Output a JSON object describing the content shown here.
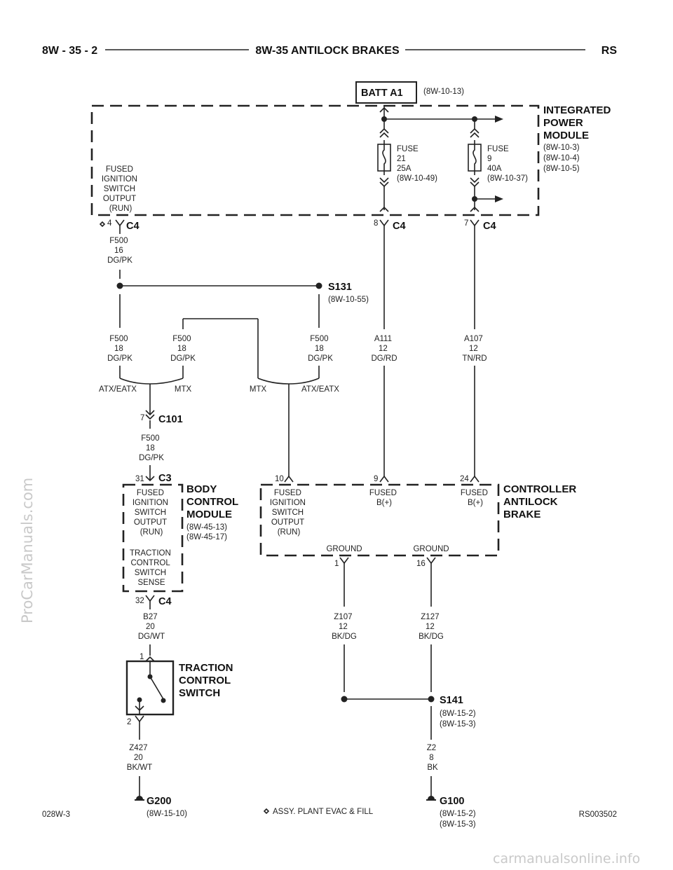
{
  "header": {
    "page": "8W - 35 - 2",
    "title": "8W-35 ANTILOCK BRAKES",
    "model": "RS"
  },
  "batt": {
    "label": "BATT A1",
    "ref": "(8W-10-13)"
  },
  "ipm": {
    "name": [
      "INTEGRATED",
      "POWER",
      "MODULE"
    ],
    "refs": [
      "(8W-10-3)",
      "(8W-10-4)",
      "(8W-10-5)"
    ],
    "circuit_label": [
      "FUSED",
      "IGNITION",
      "SWITCH",
      "OUTPUT",
      "(RUN)"
    ],
    "fuse21": [
      "FUSE",
      "21",
      "25A",
      "(8W-10-49)"
    ],
    "fuse9": [
      "FUSE",
      "9",
      "40A",
      "(8W-10-37)"
    ]
  },
  "connectors": {
    "c4_pin4": {
      "pin": "4",
      "name": "C4"
    },
    "c4_pin8": {
      "pin": "8",
      "name": "C4"
    },
    "c4_pin7": {
      "pin": "7",
      "name": "C4"
    },
    "c101": {
      "pin": "7",
      "name": "C101"
    },
    "c3": {
      "pin": "31",
      "name": "C3"
    },
    "bcm_c4": {
      "pin": "32",
      "name": "C4"
    },
    "cab_pins": [
      "10",
      "9",
      "24"
    ],
    "cab_gnd_pins": [
      "1",
      "16"
    ],
    "switch_pins": [
      "1",
      "2"
    ]
  },
  "wires": {
    "f500_16": [
      "F500",
      "16",
      "DG/PK"
    ],
    "f500_a": [
      "F500",
      "18",
      "DG/PK"
    ],
    "f500_b": [
      "F500",
      "18",
      "DG/PK"
    ],
    "f500_c": [
      "F500",
      "18",
      "DG/PK"
    ],
    "f500_d": [
      "F500",
      "18",
      "DG/PK"
    ],
    "a111": [
      "A111",
      "12",
      "DG/RD"
    ],
    "a107": [
      "A107",
      "12",
      "TN/RD"
    ],
    "b27": [
      "B27",
      "20",
      "DG/WT"
    ],
    "z427": [
      "Z427",
      "20",
      "BK/WT"
    ],
    "z107": [
      "Z107",
      "12",
      "BK/DG"
    ],
    "z127": [
      "Z127",
      "12",
      "BK/DG"
    ],
    "z2": [
      "Z2",
      "8",
      "BK"
    ]
  },
  "options": {
    "left_atx": "ATX/EATX",
    "left_mtx": "MTX",
    "right_mtx": "MTX",
    "right_atx": "ATX/EATX"
  },
  "splices": {
    "s131": {
      "name": "S131",
      "ref": "(8W-10-55)"
    },
    "s141": {
      "name": "S141",
      "refs": [
        "(8W-15-2)",
        "(8W-15-3)"
      ]
    }
  },
  "bcm": {
    "name": [
      "BODY",
      "CONTROL",
      "MODULE"
    ],
    "refs": [
      "(8W-45-13)",
      "(8W-45-17)"
    ],
    "ign_label": [
      "FUSED",
      "IGNITION",
      "SWITCH",
      "OUTPUT",
      "(RUN)"
    ],
    "tcs_label": [
      "TRACTION",
      "CONTROL",
      "SWITCH",
      "SENSE"
    ]
  },
  "cab": {
    "name": [
      "CONTROLLER",
      "ANTILOCK",
      "BRAKE"
    ],
    "ign_label": [
      "FUSED",
      "IGNITION",
      "SWITCH",
      "OUTPUT",
      "(RUN)"
    ],
    "b1_label": [
      "FUSED",
      "B(+)"
    ],
    "b2_label": [
      "FUSED",
      "B(+)"
    ],
    "gnd1": "GROUND",
    "gnd2": "GROUND"
  },
  "tcs": {
    "name": [
      "TRACTION",
      "CONTROL",
      "SWITCH"
    ]
  },
  "grounds": {
    "g200": {
      "name": "G200",
      "ref": "(8W-15-10)"
    },
    "g100": {
      "name": "G100",
      "refs": [
        "(8W-15-2)",
        "(8W-15-3)"
      ]
    }
  },
  "footer": {
    "left": "028W-3",
    "legend": "ASSY. PLANT EVAC & FILL",
    "right": "RS003502"
  },
  "watermarks": {
    "side": "ProCarManuals.com",
    "bottom": "carmanualsonline.info"
  }
}
